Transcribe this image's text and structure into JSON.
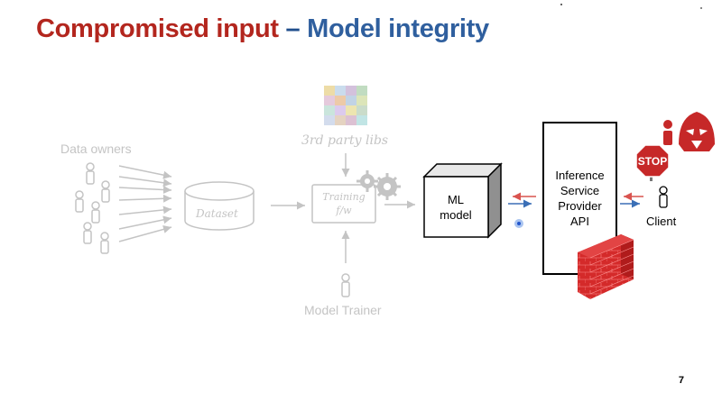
{
  "title": {
    "part1": "Compromised input",
    "dash": " – ",
    "part2": "Model integrity"
  },
  "labels": {
    "data_owners": "Data owners",
    "third_party_libs": "3rd party libs",
    "dataset": "Dataset",
    "training_line1": "Training",
    "training_line2": "f/w",
    "model_trainer": "Model Trainer",
    "ml_line1": "ML",
    "ml_line2": "model",
    "api_line1": "Inference",
    "api_line2": "Service",
    "api_line3": "Provider",
    "api_line4": "API",
    "client": "Client",
    "stop_sign": "STOP"
  },
  "page_number": "7",
  "colors": {
    "title_red": "#b3261e",
    "title_blue": "#2f5f9e",
    "faded_gray": "#c4c4c4",
    "arrow_red": "#d9534f",
    "arrow_blue": "#3b6fb6",
    "firewall_red": "#d42a2a",
    "attacker_red": "#c62828"
  },
  "icons": [
    "person-icon",
    "puzzle-icon",
    "gears-icon",
    "database-icon",
    "cube-icon",
    "firewall-icon",
    "stop-sign-icon",
    "attacker-icon",
    "darth-vader-icon"
  ]
}
